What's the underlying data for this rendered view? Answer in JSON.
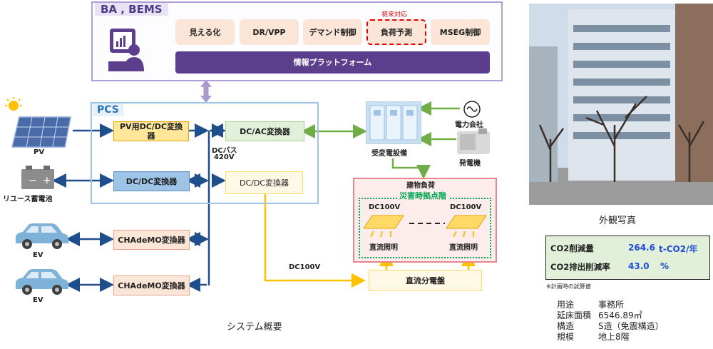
{
  "bems": {
    "title": "BA , BEMS",
    "future_note": "将来対応",
    "platform": "情報プラットフォーム",
    "modules": [
      "見える化",
      "DR/VPP",
      "デマンド制御",
      "負荷予測",
      "MSEG制御"
    ]
  },
  "pcs": {
    "title": "PCS",
    "pv_converter": "PV用DC/DC変換器",
    "battery_converter": "DC/DC変換器",
    "chademo1": "CHAdeMO変換器",
    "chademo2": "CHAdeMO変換器",
    "dcac": "DC/AC変換器",
    "dcdc_out": "DC/DC変換器",
    "dcbus_label": "DCバス",
    "dcbus_voltage": "420V"
  },
  "sources": {
    "pv": "PV",
    "battery": "リユース蓄電池",
    "ev1": "EV",
    "ev2": "EV"
  },
  "grid": {
    "substation": "受変電設備",
    "utility": "電力会社",
    "generator": "発電機"
  },
  "load": {
    "title": "建物負荷",
    "disaster": "災害時拠点階",
    "dc_left": "DC100V",
    "dc_right": "DC100V",
    "light_left": "直流照明",
    "light_right": "直流照明",
    "panel": "直流分電盤",
    "line_voltage": "DC100V"
  },
  "caption": "システム概要",
  "photo": {
    "caption": "外観写真"
  },
  "co2": {
    "rows": [
      {
        "label": "CO2削減量",
        "value": "264.6",
        "unit": "t-CO2/年"
      },
      {
        "label": "CO2排出削減率",
        "value": "43.0",
        "unit": "%"
      }
    ],
    "note": "※計画時の試算値"
  },
  "specs": [
    {
      "k": "用途",
      "v": "事務所"
    },
    {
      "k": "延床面積",
      "v": "6546.89㎡"
    },
    {
      "k": "構造",
      "v": "S造（免震構造）"
    },
    {
      "k": "規模",
      "v": "地上8階"
    }
  ],
  "colors": {
    "purple": "#5b3f8c",
    "blue": "#1f4e8c",
    "green": "#70ad47",
    "yellow": "#ffc000"
  }
}
